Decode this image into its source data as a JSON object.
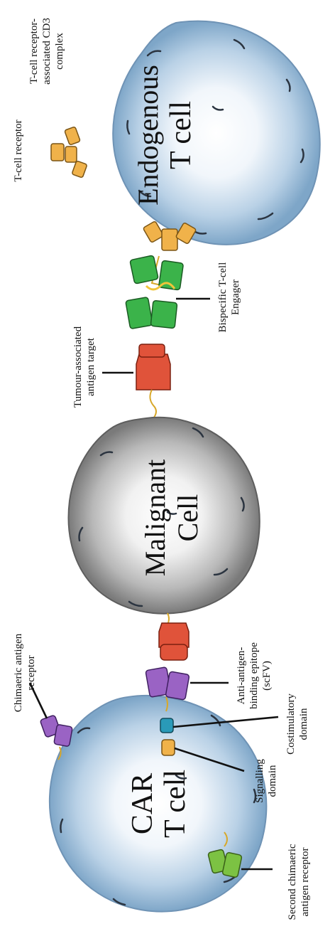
{
  "cells": {
    "endogenous": {
      "line1": "Endogenous",
      "line2": "T cell"
    },
    "malignant": {
      "line1": "Malignant",
      "line2": "Cell"
    },
    "car": {
      "line1": "CAR",
      "line2": "T cell"
    }
  },
  "labels": {
    "tcr": "T-cell receptor",
    "cd3_l1": "T-cell receptor-",
    "cd3_l2": "associated CD3",
    "cd3_l3": "complex",
    "bite_l1": "Bispecific T-cell",
    "bite_l2": "Engager",
    "taa_l1": "Tumour-associated",
    "taa_l2": "antigen target",
    "car_l1": "Chimaeric antigen",
    "car_l2": "receptor",
    "scfv_l1": "Anti-antigen-",
    "scfv_l2": "binding epitope",
    "scfv_l3": "(scFV)",
    "costim_l1": "Costimulatory",
    "costim_l2": "domain",
    "signal_l1": "Signalling",
    "signal_l2": "domain",
    "second_l1": "Second chimaeric",
    "second_l2": "antigen receptor"
  },
  "colors": {
    "t_cell": "#8fb3d3",
    "malignant": "#8f8f8f",
    "receptor": "#f0b24a",
    "bite": "#3bb34a",
    "antigen": "#e0533a",
    "car": "#9a63c4",
    "second_car": "#7cc243",
    "costim": "#2a9ab8"
  }
}
